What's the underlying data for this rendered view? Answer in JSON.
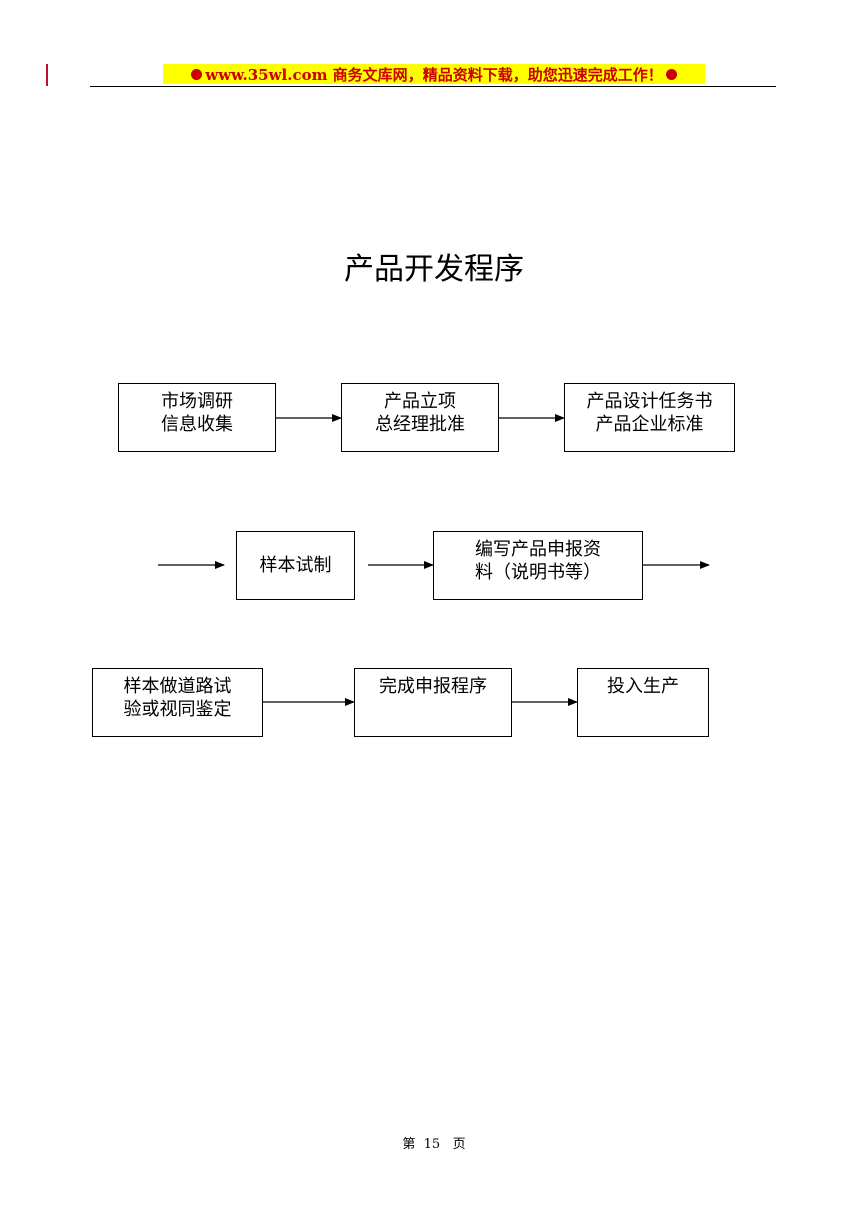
{
  "header": {
    "banner_text": "www.35wl.com  商务文库网，精品资料下载，助您迅速完成工作！"
  },
  "title": "产品开发程序",
  "flow": {
    "row1": [
      {
        "line1": "市场调研",
        "line2": "信息收集"
      },
      {
        "line1": "产品立项",
        "line2": "总经理批准"
      },
      {
        "line1": "产品设计任务书",
        "line2": "产品企业标准"
      }
    ],
    "row2": [
      {
        "line1": "样本试制"
      },
      {
        "line1": "编写产品申报资",
        "line2": "料（说明书等）"
      }
    ],
    "row3": [
      {
        "line1": "样本做道路试",
        "line2": "验或视同鉴定"
      },
      {
        "line1": "完成申报程序"
      },
      {
        "line1": "投入生产"
      }
    ]
  },
  "footer": {
    "page_label": "第  15   页"
  }
}
